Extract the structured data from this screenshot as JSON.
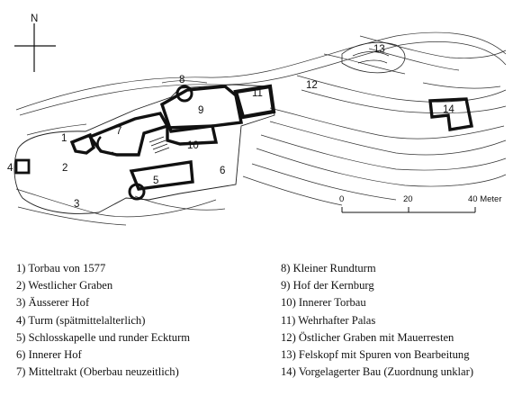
{
  "compass": {
    "north": "N"
  },
  "scale": {
    "zero": "0",
    "mid": "20",
    "end": "40 Meter"
  },
  "plan_labels": [
    "1",
    "2",
    "3",
    "4",
    "5",
    "6",
    "7",
    "8",
    "9",
    "10",
    "11",
    "12",
    "13",
    "14"
  ],
  "legend": [
    "1) Torbau von 1577",
    "2) Westlicher Graben",
    "3) Äusserer Hof",
    "4) Turm (spätmittelalterlich)",
    "5) Schlosskapelle und runder Eckturm",
    "6) Innerer Hof",
    "7) Mitteltrakt (Oberbau neuzeitlich)",
    "8) Kleiner Rundturm",
    "9) Hof der Kernburg",
    "10) Innerer Torbau",
    "11) Wehrhafter Palas",
    "12) Östlicher Graben mit Mauerresten",
    "13) Felskopf mit Spuren von Bearbeitung",
    "14) Vorgelagerter Bau (Zuordnung unklar)"
  ]
}
